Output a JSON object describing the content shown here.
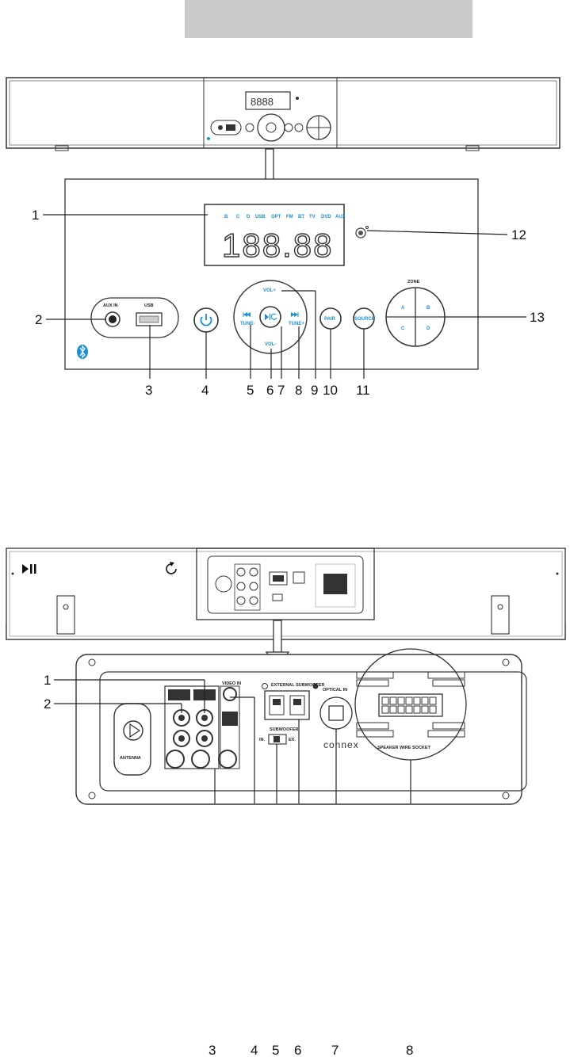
{
  "front_panel": {
    "indicators": [
      "B",
      "C",
      "D",
      "USB",
      "OPT",
      "FM",
      "BT",
      "TV",
      "DVD",
      "AUX"
    ],
    "display_text": "188.88",
    "jack_labels": {
      "aux_in": "AUX IN",
      "usb": "USB"
    },
    "vol_up": "VOL+",
    "vol_down": "VOL-",
    "tune_minus": "TUNE-",
    "tune_plus": "TUNE+",
    "pair": "PAIR",
    "source": "SOURCE",
    "zone_title": "ZONE",
    "zones": [
      "A",
      "B",
      "C",
      "D"
    ],
    "callouts": [
      "1",
      "2",
      "3",
      "4",
      "5",
      "6",
      "7",
      "8",
      "9",
      "10",
      "11",
      "12",
      "13"
    ]
  },
  "symbols": {
    "play_pause_icon": "play-pause-icon",
    "repeat_icon": "repeat-icon"
  },
  "rear_panel": {
    "labels": {
      "antenna": "ANTENNA",
      "external_subwoofer": "EXTERNAL SUBWOOFER",
      "optical_in": "OPTICAL IN",
      "subwoofer": "SUBWOOFER",
      "sub_in": "IN.",
      "sub_ex": "EX.",
      "video_in": "VIDEO IN",
      "speaker_wire_socket": "SPEAKER WIRE SOCKET",
      "brand": "connex"
    },
    "callouts": [
      "1",
      "2",
      "3",
      "4",
      "5",
      "6",
      "7",
      "8"
    ]
  },
  "colors": {
    "accent": "#1a8fd6",
    "line": "#333333",
    "header_bar": "#c9c9c9"
  }
}
